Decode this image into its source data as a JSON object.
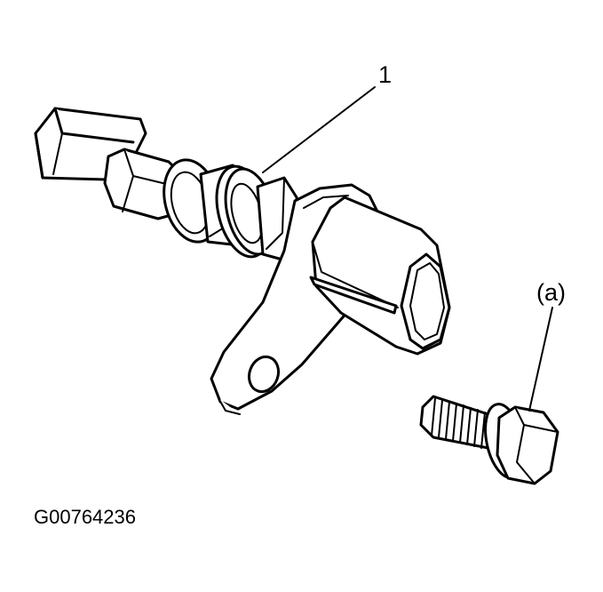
{
  "callouts": {
    "part_1": "1",
    "part_a": "(a)"
  },
  "figure_id": "G00764236",
  "colors": {
    "line": "#000000",
    "background": "#ffffff"
  }
}
